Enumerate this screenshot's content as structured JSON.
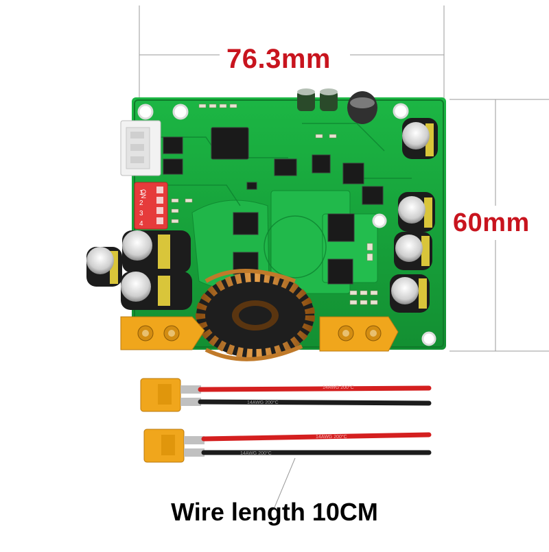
{
  "dimensions": {
    "width_label": "76.3mm",
    "height_label": "60mm"
  },
  "caption": "Wire length 10CM",
  "colors": {
    "pcb": "#16a83a",
    "dimension_text": "#c8141e",
    "connector": "#f0a61c",
    "wire_red": "#d41f1f",
    "wire_black": "#1c1c1c",
    "inductor_copper": "#c07a2a"
  },
  "board": {
    "dip_switch": {
      "label": "ON",
      "positions": [
        "1",
        "2",
        "3",
        "4"
      ]
    }
  },
  "cables": [
    {
      "marking": "14AWG 200°C"
    },
    {
      "marking": "14AWG 200°C"
    }
  ]
}
